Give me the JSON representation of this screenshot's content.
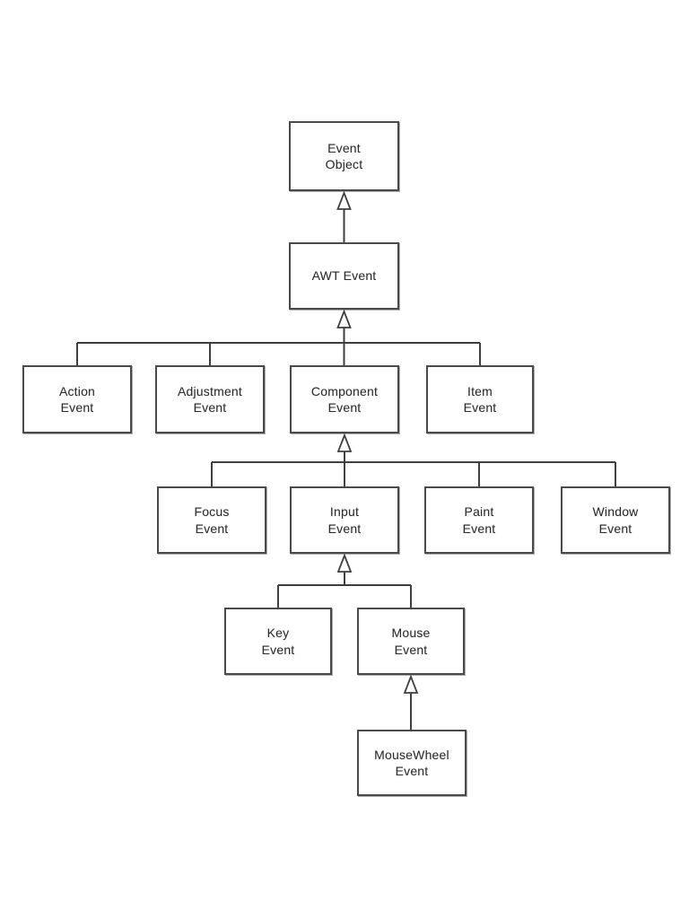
{
  "nodes": {
    "event_object": {
      "label": "Event\nObject"
    },
    "awt_event": {
      "label": "AWT Event"
    },
    "action_event": {
      "label": "Action\nEvent"
    },
    "adjustment_event": {
      "label": "Adjustment\nEvent"
    },
    "component_event": {
      "label": "Component\nEvent"
    },
    "item_event": {
      "label": "Item\nEvent"
    },
    "focus_event": {
      "label": "Focus\nEvent"
    },
    "input_event": {
      "label": "Input\nEvent"
    },
    "paint_event": {
      "label": "Paint\nEvent"
    },
    "window_event": {
      "label": "Window\nEvent"
    },
    "key_event": {
      "label": "Key\nEvent"
    },
    "mouse_event": {
      "label": "Mouse\nEvent"
    },
    "mousewheel_event": {
      "label": "MouseWheel\nEvent"
    }
  },
  "edges": [
    {
      "from": "AWT Event",
      "to": "Event Object",
      "relation": "extends"
    },
    {
      "from": "Action Event",
      "to": "AWT Event",
      "relation": "extends"
    },
    {
      "from": "Adjustment Event",
      "to": "AWT Event",
      "relation": "extends"
    },
    {
      "from": "Component Event",
      "to": "AWT Event",
      "relation": "extends"
    },
    {
      "from": "Item Event",
      "to": "AWT Event",
      "relation": "extends"
    },
    {
      "from": "Focus Event",
      "to": "Component Event",
      "relation": "extends"
    },
    {
      "from": "Input Event",
      "to": "Component Event",
      "relation": "extends"
    },
    {
      "from": "Paint Event",
      "to": "Component Event",
      "relation": "extends"
    },
    {
      "from": "Window Event",
      "to": "Component Event",
      "relation": "extends"
    },
    {
      "from": "Key Event",
      "to": "Input Event",
      "relation": "extends"
    },
    {
      "from": "Mouse Event",
      "to": "Input Event",
      "relation": "extends"
    },
    {
      "from": "MouseWheel Event",
      "to": "Mouse Event",
      "relation": "extends"
    }
  ],
  "colors": {
    "line": "#3f3f3f",
    "box_border": "#4a4a4a",
    "text": "#2e2e2e",
    "background": "#ffffff",
    "arrowhead_fill": "#ffffff"
  }
}
